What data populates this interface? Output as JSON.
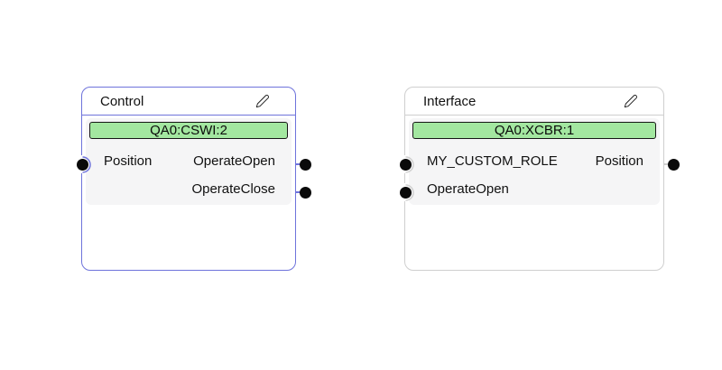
{
  "canvas": {
    "background": "#ffffff"
  },
  "colors": {
    "selected_border": "#6e73db",
    "default_border": "#cfcfcf",
    "body_bg": "#f5f5f6",
    "badge_bg": "#a3e7a0",
    "badge_border": "#161616",
    "port_dot": "#0a0a0a",
    "text": "#111111"
  },
  "icons": {
    "edit": "pencil-icon"
  },
  "nodes": [
    {
      "title": "Control",
      "badge": "QA0:CSWI:2",
      "selected": true,
      "accent": "#6e73db",
      "rows": [
        {
          "left": "Position",
          "right": "OperateOpen"
        },
        {
          "left": "",
          "right": "OperateClose"
        }
      ],
      "ports": {
        "inputs": [
          "Position"
        ],
        "outputs": [
          "OperateOpen",
          "OperateClose"
        ]
      }
    },
    {
      "title": "Interface",
      "badge": "QA0:XCBR:1",
      "selected": false,
      "accent": "#cfcfcf",
      "rows": [
        {
          "left": "MY_CUSTOM_ROLE",
          "right": "Position"
        },
        {
          "left": "OperateOpen",
          "right": ""
        }
      ],
      "ports": {
        "inputs": [
          "MY_CUSTOM_ROLE",
          "OperateOpen"
        ],
        "outputs": [
          "Position"
        ]
      }
    }
  ]
}
